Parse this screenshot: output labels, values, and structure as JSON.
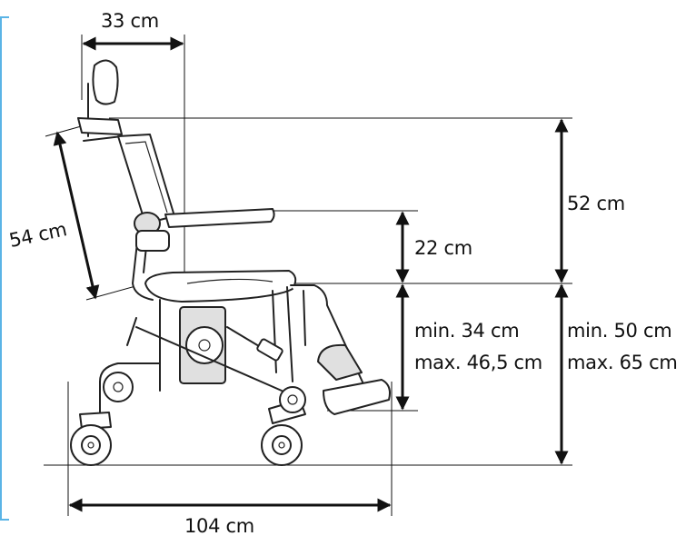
{
  "diagram": {
    "accent_color": "#5ab4e6",
    "labels": {
      "headrest_width": "33 cm",
      "back_height": "54 cm",
      "armrest_height": "22 cm",
      "top_height": "52 cm",
      "seat_height_min": "min. 34 cm",
      "seat_height_max": "max. 46,5 cm",
      "total_height_min": "min. 50 cm",
      "total_height_max": "max. 65 cm",
      "length": "104 cm"
    }
  }
}
